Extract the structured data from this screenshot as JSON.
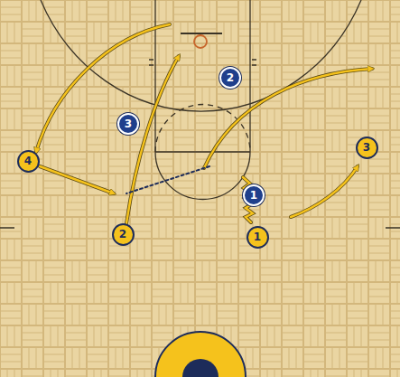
{
  "diagram": {
    "nodes": [
      {
        "text": [
          "2"
        ]
      },
      {
        "text": [
          "3"
        ]
      },
      {
        "text": [
          "4"
        ]
      },
      {
        "text": [
          "3"
        ]
      },
      {
        "text": [
          "1"
        ]
      },
      {
        "text": [
          "2"
        ]
      },
      {
        "text": [
          "1"
        ]
      }
    ]
  }
}
